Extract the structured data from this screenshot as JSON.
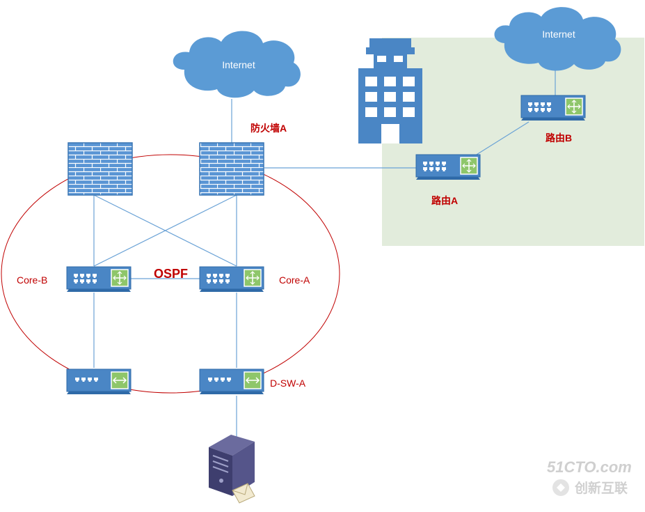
{
  "clouds": [
    {
      "id": "internet-left",
      "label": "Internet"
    },
    {
      "id": "internet-right",
      "label": "Internet"
    }
  ],
  "labels": {
    "firewall_a": "防火墙A",
    "router_a": "路由A",
    "router_b": "路由B",
    "core_a": "Core-A",
    "core_b": "Core-B",
    "ospf": "OSPF",
    "dsw_a": "D-SW-A"
  },
  "watermark": {
    "site": "51CTO.com",
    "brand": "创新互联"
  },
  "colors": {
    "cloud": "#5b9bd5",
    "device": "#4a86c5",
    "brick": "#5690d0",
    "link": "#6aa2d6",
    "ospf_ring": "#c00000",
    "label_red": "#c00000",
    "branch_zone": "#e2ecdc",
    "router_port": "#8ec66a"
  }
}
